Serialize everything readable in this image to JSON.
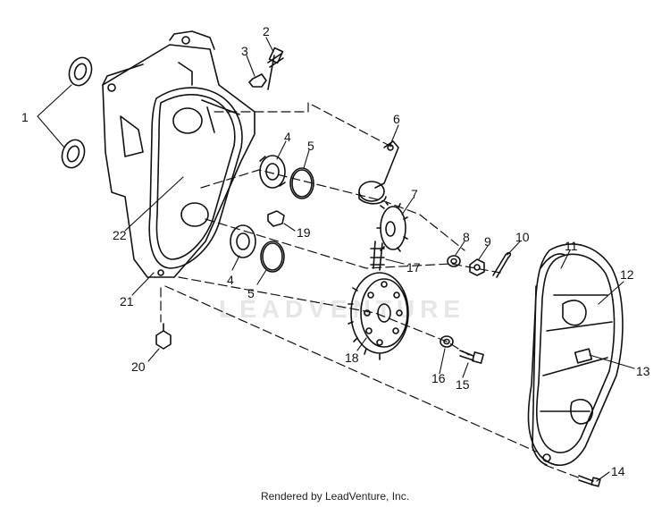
{
  "watermark": "LEADVENTURE",
  "credit": "Rendered by LeadVenture, Inc.",
  "callouts": {
    "c1": "1",
    "c2": "2",
    "c3": "3",
    "c4a": "4",
    "c4b": "4",
    "c5a": "5",
    "c5b": "5",
    "c6": "6",
    "c7": "7",
    "c8": "8",
    "c9": "9",
    "c10": "10",
    "c11": "11",
    "c12": "12",
    "c13": "13",
    "c14": "14",
    "c15": "15",
    "c16": "16",
    "c17": "17",
    "c18": "18",
    "c19": "19",
    "c20": "20",
    "c21": "21",
    "c22": "22"
  }
}
